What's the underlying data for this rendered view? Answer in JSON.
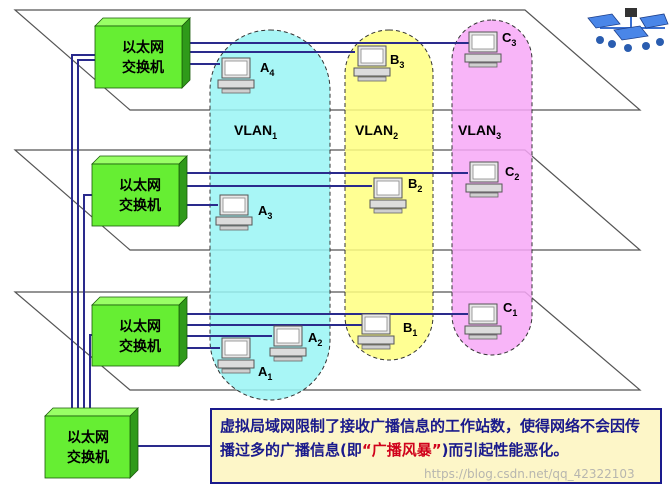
{
  "colors": {
    "floor_fill": "#ffffff",
    "floor_stroke": "#555555",
    "switch_front": "#66ee33",
    "switch_top": "#99ff66",
    "switch_side": "#2f9a1a",
    "vlan1": "#99f5f5",
    "vlan2": "#ffff80",
    "vlan3": "#f7a8f7",
    "link": "#2a2a8c",
    "note_bg": "#fdf6c8",
    "note_text": "#1a1a8c",
    "note_highlight": "#d0021b"
  },
  "icons": [
    "computer-icon",
    "network-logo-icon"
  ],
  "switches": [
    {
      "line1": "以太网",
      "line2": "交换机"
    },
    {
      "line1": "以太网",
      "line2": "交换机"
    },
    {
      "line1": "以太网",
      "line2": "交换机"
    },
    {
      "line1": "以太网",
      "line2": "交换机"
    }
  ],
  "vlans": [
    {
      "name": "VLAN",
      "sub": "1"
    },
    {
      "name": "VLAN",
      "sub": "2"
    },
    {
      "name": "VLAN",
      "sub": "3"
    }
  ],
  "pcs": [
    {
      "id": "A",
      "sub": "4"
    },
    {
      "id": "B",
      "sub": "3"
    },
    {
      "id": "C",
      "sub": "3"
    },
    {
      "id": "A",
      "sub": "3"
    },
    {
      "id": "B",
      "sub": "2"
    },
    {
      "id": "C",
      "sub": "2"
    },
    {
      "id": "A",
      "sub": "2"
    },
    {
      "id": "A",
      "sub": "1"
    },
    {
      "id": "B",
      "sub": "1"
    },
    {
      "id": "C",
      "sub": "1"
    }
  ],
  "note": {
    "before": "虚拟局域网限制了接收广播信息的工作站数，使得网络不会因传播过多的广播信息(即",
    "highlight": "“广播风暴”",
    "after": ")而引起性能恶化。"
  },
  "watermark": "https://blog.csdn.net/qq_42322103"
}
